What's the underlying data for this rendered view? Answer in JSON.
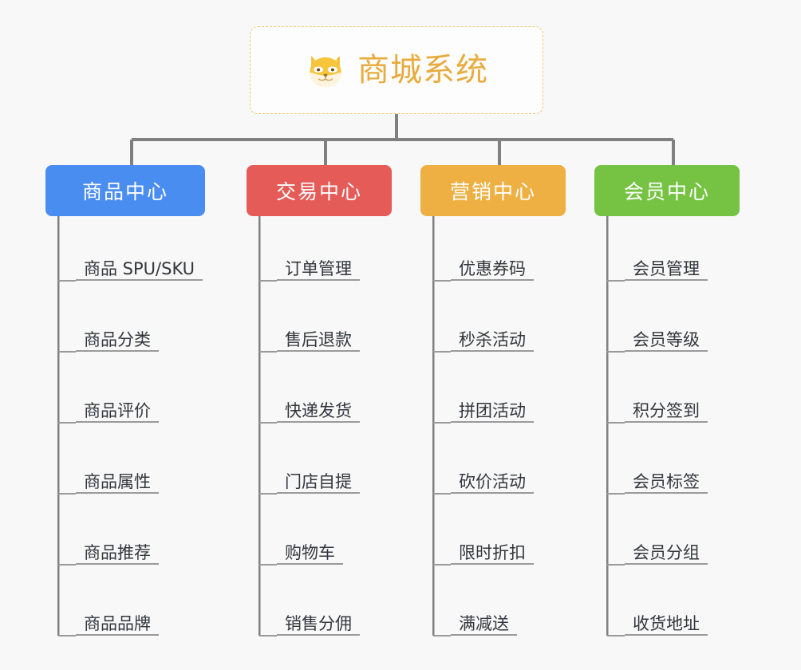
{
  "diagram": {
    "title": "商城系统",
    "type": "organization-chart",
    "background_color": "#f8f8f8",
    "root": {
      "label": "商城系统",
      "icon": "shiba-inu-dog-face-emoji",
      "text_color": "#e8ab3e",
      "border_color": "#f0c878",
      "background_color": "#fdfdfd"
    },
    "connector_color": "#808080",
    "leaf_rule_color": "#9a9a9a",
    "leaf_text_color": "#33363b",
    "branches": [
      {
        "label": "商品中心",
        "color": "#4a8df0",
        "items": [
          "商品 SPU/SKU",
          "商品分类",
          "商品评价",
          "商品属性",
          "商品推荐",
          "商品品牌"
        ]
      },
      {
        "label": "交易中心",
        "color": "#e55b58",
        "items": [
          "订单管理",
          "售后退款",
          "快递发货",
          "门店自提",
          "购物车",
          "销售分佣"
        ]
      },
      {
        "label": "营销中心",
        "color": "#eeb042",
        "items": [
          "优惠券码",
          "秒杀活动",
          "拼团活动",
          "砍价活动",
          "限时折扣",
          "满减送"
        ]
      },
      {
        "label": "会员中心",
        "color": "#76c344",
        "items": [
          "会员管理",
          "会员等级",
          "积分签到",
          "会员标签",
          "会员分组",
          "收货地址"
        ]
      }
    ]
  }
}
